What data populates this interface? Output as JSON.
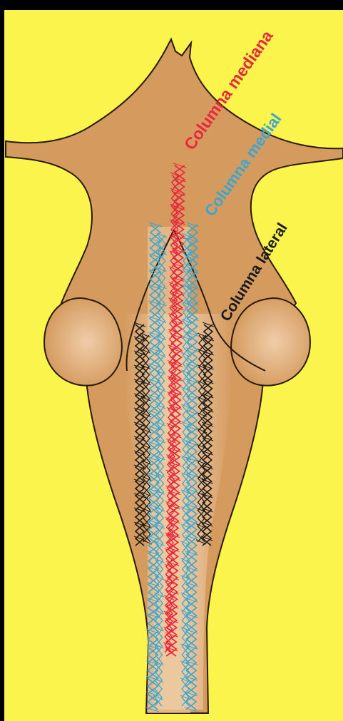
{
  "labels": {
    "mediana": "Columna mediana",
    "medial": "Columna medial",
    "lateral": "Columna lateral"
  },
  "colors": {
    "background": "#fbf44d",
    "tissue": "#d49a5e",
    "tissue_light": "#e8c09a",
    "outline": "#2a1a0a",
    "mediana": "#e8283c",
    "medial": "#3aa6d0",
    "lateral": "#1a1a1a"
  }
}
